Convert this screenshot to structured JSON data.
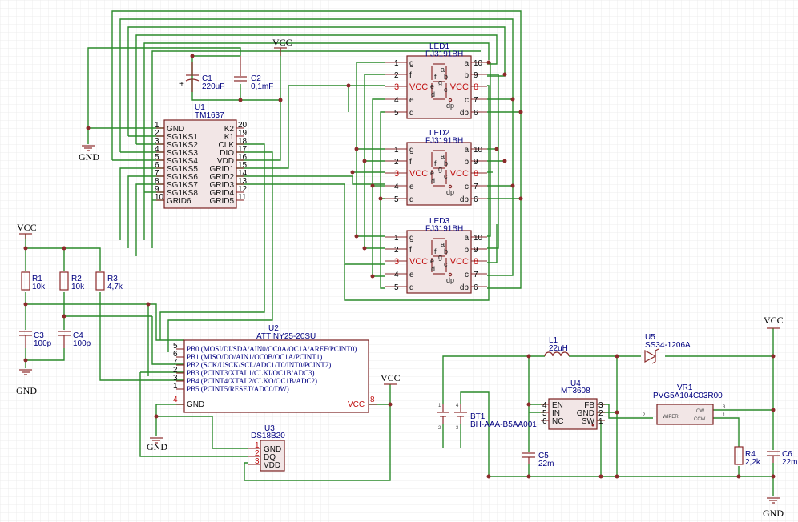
{
  "power": {
    "vcc": "VCC",
    "gnd": "GND"
  },
  "C1": {
    "ref": "C1",
    "value": "220uF"
  },
  "C2": {
    "ref": "C2",
    "value": "0,1mF"
  },
  "C3": {
    "ref": "C3",
    "value": "100p"
  },
  "C4": {
    "ref": "C4",
    "value": "100p"
  },
  "C5": {
    "ref": "C5",
    "value": "22m"
  },
  "C6": {
    "ref": "C6",
    "value": "22m"
  },
  "R1": {
    "ref": "R1",
    "value": "10k"
  },
  "R2": {
    "ref": "R2",
    "value": "10k"
  },
  "R3": {
    "ref": "R3",
    "value": "4,7k"
  },
  "R4": {
    "ref": "R4",
    "value": "2,2k"
  },
  "L1": {
    "ref": "L1",
    "value": "22uH"
  },
  "U5": {
    "ref": "U5",
    "value": "SS34-1206A"
  },
  "VR1": {
    "ref": "VR1",
    "value": "PVG5A104C03R00",
    "pins": [
      "3",
      "2",
      "1"
    ],
    "cw": "CW",
    "ccw": "CCW",
    "wiper": "WIPER"
  },
  "BT1": {
    "ref": "BT1",
    "value": "BH-AAA-B5AA001",
    "pins": [
      "1",
      "4",
      "2",
      "3"
    ]
  },
  "U1": {
    "ref": "U1",
    "value": "TM1637",
    "left": [
      {
        "num": "1",
        "name": "GND"
      },
      {
        "num": "2",
        "name": "SG1KS1"
      },
      {
        "num": "3",
        "name": "SG1KS2"
      },
      {
        "num": "4",
        "name": "SG1KS3"
      },
      {
        "num": "5",
        "name": "SG1KS4"
      },
      {
        "num": "6",
        "name": "SG1KS5"
      },
      {
        "num": "7",
        "name": "SG1KS6"
      },
      {
        "num": "8",
        "name": "SG1KS7"
      },
      {
        "num": "9",
        "name": "SG1KS8"
      },
      {
        "num": "10",
        "name": "GRID6"
      }
    ],
    "right": [
      {
        "num": "20",
        "name": "K2"
      },
      {
        "num": "19",
        "name": "K1"
      },
      {
        "num": "18",
        "name": "CLK"
      },
      {
        "num": "17",
        "name": "DIO"
      },
      {
        "num": "16",
        "name": "VDD"
      },
      {
        "num": "15",
        "name": "GRID1"
      },
      {
        "num": "14",
        "name": "GRID2"
      },
      {
        "num": "13",
        "name": "GRID3"
      },
      {
        "num": "12",
        "name": "GRID4"
      },
      {
        "num": "11",
        "name": "GRID5"
      }
    ]
  },
  "U2": {
    "ref": "U2",
    "value": "ATTINY25-20SU",
    "left": [
      {
        "num": "5",
        "name": "PB0 (MOSI/DI/SDA/AIN0/OC0A/OC1A/AREF/PCINT0)"
      },
      {
        "num": "6",
        "name": "PB1 (MISO/DO/AIN1/OC0B/OC1A/PCINT1)"
      },
      {
        "num": "7",
        "name": "PB2 (SCK/USCK/SCL/ADC1/T0/INT0/PCINT2)"
      },
      {
        "num": "2",
        "name": "PB3 (PCINT3/XTAL1/CLKI/OC1B/ADC3)"
      },
      {
        "num": "3",
        "name": "PB4 (PCINT4/XTAL2/CLKO/OC1B/ADC2)"
      },
      {
        "num": "1",
        "name": "PB5 (PCINT5/RESET/ADC0/DW)"
      }
    ],
    "gnd": {
      "num": "4",
      "name": "GND"
    },
    "vcc": {
      "num": "8",
      "name": "VCC"
    }
  },
  "U3": {
    "ref": "U3",
    "value": "DS18B20",
    "pins": [
      {
        "num": "1",
        "name": "GND"
      },
      {
        "num": "2",
        "name": "DQ"
      },
      {
        "num": "3",
        "name": "VDD"
      }
    ]
  },
  "U4": {
    "ref": "U4",
    "value": "MT3608",
    "left": [
      {
        "num": "4",
        "name": "EN"
      },
      {
        "num": "5",
        "name": "IN"
      },
      {
        "num": "6",
        "name": "NC"
      }
    ],
    "right": [
      {
        "num": "3",
        "name": "FB"
      },
      {
        "num": "2",
        "name": "GND"
      },
      {
        "num": "1",
        "name": "SW"
      }
    ]
  },
  "leds": [
    {
      "ref": "LED1",
      "value": "FJ3191BH"
    },
    {
      "ref": "LED2",
      "value": "FJ3191BH"
    },
    {
      "ref": "LED3",
      "value": "FJ3191BH"
    }
  ],
  "led_pins": {
    "left": [
      {
        "num": "1",
        "name": "g"
      },
      {
        "num": "2",
        "name": "f"
      },
      {
        "num": "3",
        "name": "VCC"
      },
      {
        "num": "4",
        "name": "e"
      },
      {
        "num": "5",
        "name": "d"
      }
    ],
    "right": [
      {
        "num": "10",
        "name": "a"
      },
      {
        "num": "9",
        "name": "b"
      },
      {
        "num": "8",
        "name": "VCC"
      },
      {
        "num": "7",
        "name": "c"
      },
      {
        "num": "6",
        "name": "dp"
      }
    ],
    "segments": {
      "a": "a",
      "b": "b",
      "c": "c",
      "d": "d",
      "e": "e",
      "f": "f",
      "g": "g",
      "dp": "dp"
    }
  }
}
